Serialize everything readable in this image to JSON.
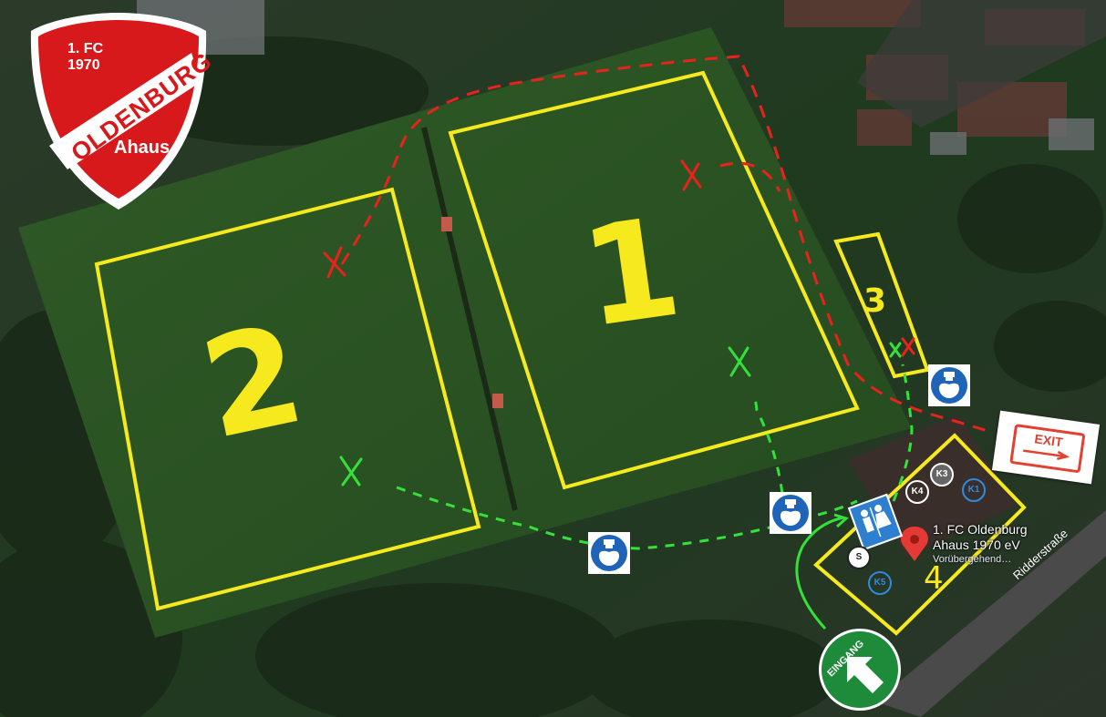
{
  "logo": {
    "line1": "1. FC",
    "line2": "1970",
    "name": "OLDENBURG",
    "city": "Ahaus",
    "colors": {
      "red": "#d7191c",
      "white": "#ffffff"
    }
  },
  "fields": [
    {
      "label": "1"
    },
    {
      "label": "2"
    },
    {
      "label": "3"
    },
    {
      "label": "4"
    }
  ],
  "place": {
    "title_line1": "1. FC Oldenburg",
    "title_line2": "Ahaus 1970 eV",
    "status": "Vorübergehend…",
    "pin_icon": "map-pin-icon"
  },
  "street": "Ridderstraße",
  "signs": {
    "exit": "EXIT",
    "entrance": "EINGANG",
    "hand_hygiene_icon": "hand-sanitizer-icon",
    "restroom_icon": "restroom-icon"
  },
  "badges": {
    "k1": "K1",
    "k3": "K3",
    "k4": "K4",
    "k5": "K5",
    "s": "S"
  },
  "route_colors": {
    "entry_path": "#35e03a",
    "exit_path": "#e8221c",
    "field_outline": "#f6ea1e"
  }
}
